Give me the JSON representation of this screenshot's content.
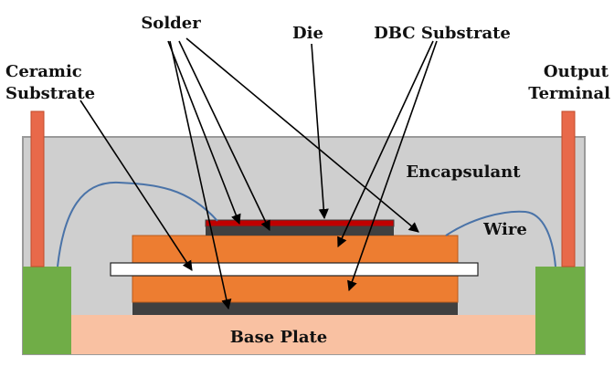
{
  "labels": {
    "solder": "Solder",
    "die": "Die",
    "dbc_substrate": "DBC Substrate",
    "ceramic_substrate_line1": "Ceramic",
    "ceramic_substrate_line2": "Substrate",
    "output_terminal_line1": "Output",
    "output_terminal_line2": "Terminal",
    "encapsulant": "Encapsulant",
    "wire": "Wire",
    "base_plate": "Base Plate"
  },
  "colors": {
    "encapsulant": "#cfcfcf",
    "encapsulant_border": "#9a9a9a",
    "base_plate": "#f9c1a2",
    "copper": "#ed7d31",
    "copper_border": "#b85a1c",
    "solder": "#404040",
    "die": "#c00000",
    "ceramic": "#ffffff",
    "terminal_block": "#70ad47",
    "terminal_pin": "#e8694a",
    "wire": "#4a73a8",
    "arrow": "#000000"
  }
}
